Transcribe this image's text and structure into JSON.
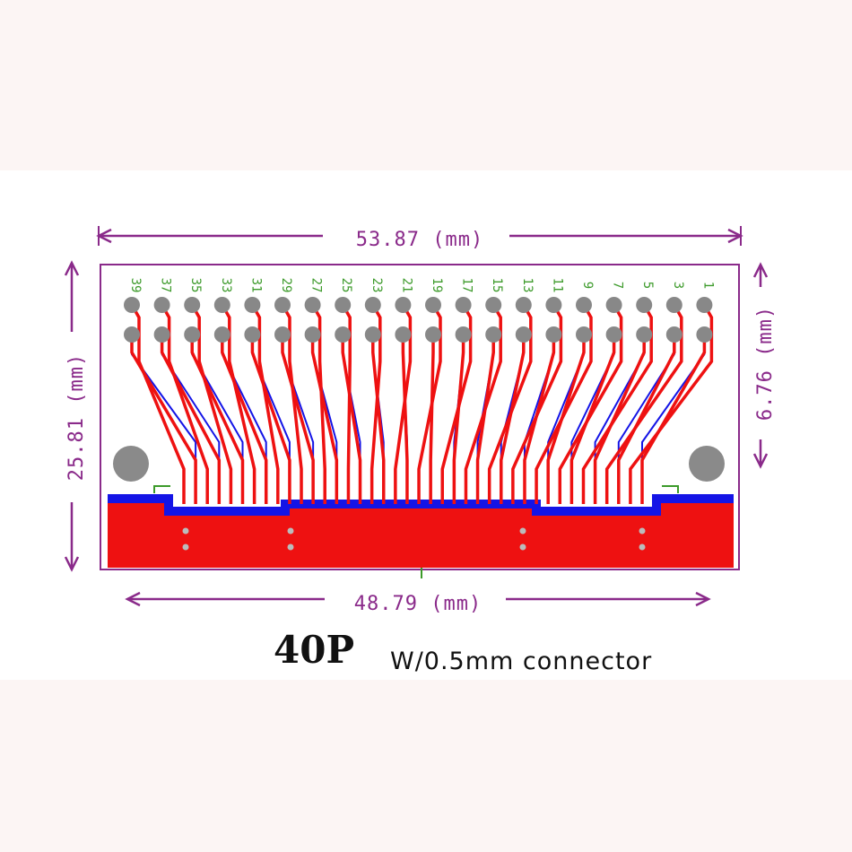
{
  "board": {
    "pin_count": 40,
    "top_row_labels": [
      "39",
      "37",
      "35",
      "33",
      "31",
      "29",
      "27",
      "25",
      "23",
      "21",
      "19",
      "17",
      "15",
      "13",
      "11",
      "9",
      "7",
      "5",
      "3",
      "1"
    ]
  },
  "dimensions": {
    "top_width": "53.87 (mm)",
    "bottom_width": "48.79 (mm)",
    "left_height": "25.81 (mm)",
    "right_height": "6.76 (mm)"
  },
  "caption": {
    "title": "40P",
    "subtitle": "W/0.5mm connector"
  },
  "colors": {
    "trace": "#ee1111",
    "copper_blue": "#1414e6",
    "dimension": "#8a2a8a",
    "pad": "#888888",
    "silkscreen": "#3c9a2a",
    "board_outline": "#8a2a8a"
  }
}
